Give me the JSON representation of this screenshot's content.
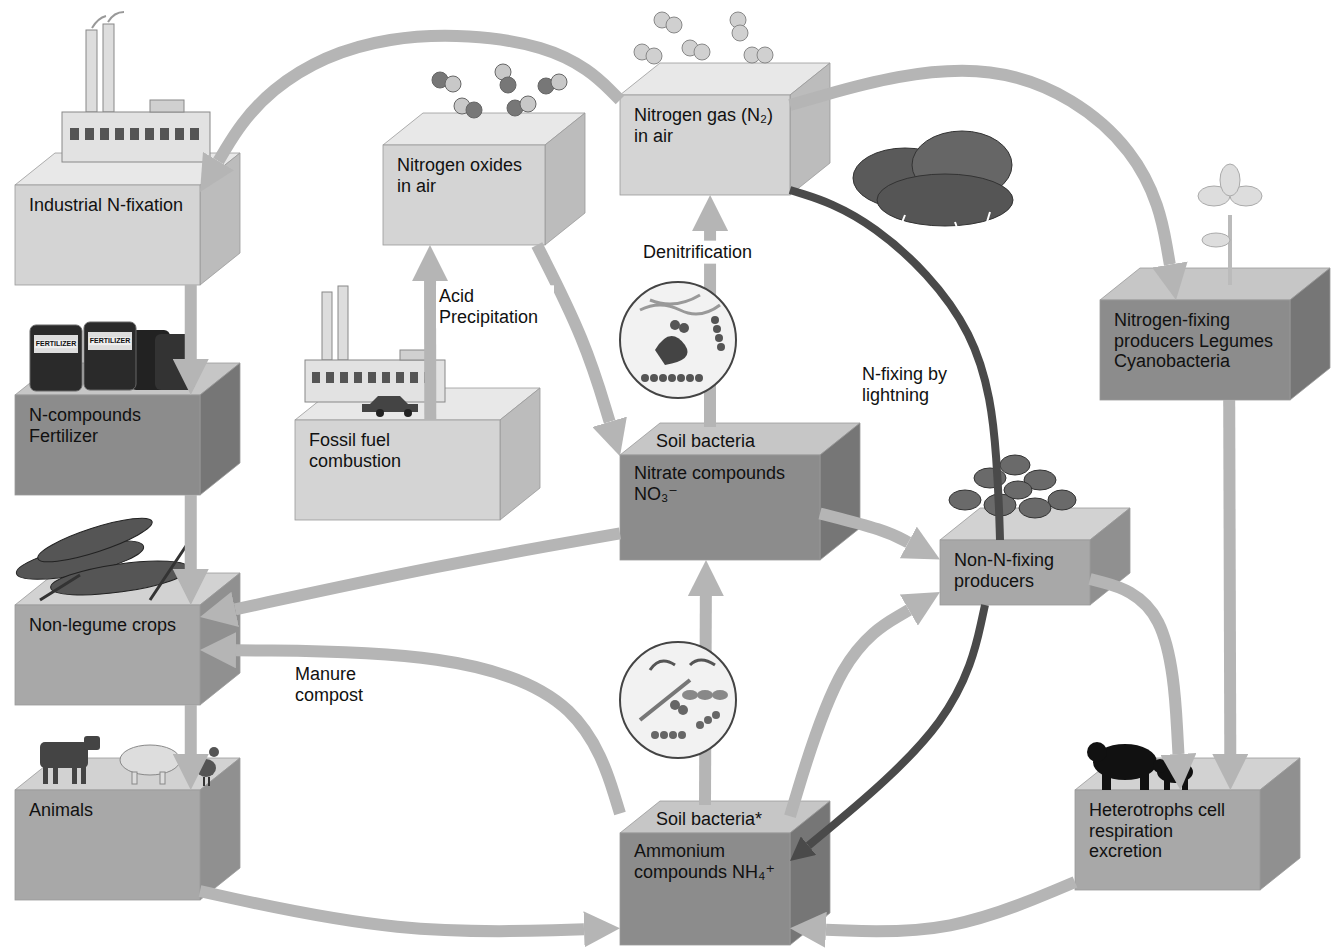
{
  "diagram": {
    "nodes": [
      {
        "text": [
          "Industrial N-fixation"
        ]
      },
      {
        "text": [
          "Nitrogen oxides in air"
        ]
      },
      {
        "text": [
          "Nitrogen gas (N₂) in air"
        ]
      },
      {
        "text": [
          "N-compounds Fertilizer"
        ]
      },
      {
        "text": [
          "Fossil fuel combustion"
        ]
      },
      {
        "text": [
          "Soil bacteria",
          "Nitrate compounds NO₃⁻"
        ]
      },
      {
        "text": [
          "Nitrogen-fixing producers Legumes Cyanobacteria"
        ]
      },
      {
        "text": [
          "Non-legume crops"
        ]
      },
      {
        "text": [
          "Non-N-fixing producers"
        ]
      },
      {
        "text": [
          "Animals"
        ]
      },
      {
        "text": [
          "Soil bacteria*",
          "Ammonium compounds NH₄⁺"
        ]
      },
      {
        "text": [
          "Heterotrophs cell respiration excretion"
        ]
      }
    ],
    "edges": [
      {
        "from": 2,
        "to": 0,
        "arrow": "to"
      },
      {
        "from": 0,
        "to": 3,
        "arrow": "to"
      },
      {
        "from": 3,
        "to": 7,
        "arrow": "to"
      },
      {
        "from": 7,
        "to": 9,
        "arrow": "to"
      },
      {
        "from": 4,
        "to": 1,
        "arrow": "to"
      },
      {
        "from": 1,
        "to": 5,
        "label": "Acid Precipitation",
        "arrow": "to"
      },
      {
        "from": 5,
        "to": 2,
        "label": "Denitrification",
        "arrow": "to"
      },
      {
        "from": 2,
        "to": 6,
        "arrow": "to"
      },
      {
        "from": 2,
        "to": 8,
        "label": "N-fixing by lightning",
        "arrow": "none"
      },
      {
        "from": 5,
        "to": 7,
        "arrow": "to"
      },
      {
        "from": 5,
        "to": 8,
        "arrow": "to"
      },
      {
        "from": 10,
        "to": 5,
        "arrow": "to"
      },
      {
        "from": 10,
        "to": 7,
        "label": "Manure compost",
        "arrow": "to"
      },
      {
        "from": 10,
        "to": 8,
        "arrow": "to"
      },
      {
        "from": 8,
        "to": 10,
        "arrow": "to"
      },
      {
        "from": 8,
        "to": 11,
        "arrow": "to"
      },
      {
        "from": 6,
        "to": 11,
        "arrow": "to"
      },
      {
        "from": 9,
        "to": 10,
        "arrow": "to"
      },
      {
        "from": 11,
        "to": 10,
        "arrow": "to"
      }
    ],
    "labels": [
      "FERTILIZER",
      "FERTILIZER"
    ]
  }
}
